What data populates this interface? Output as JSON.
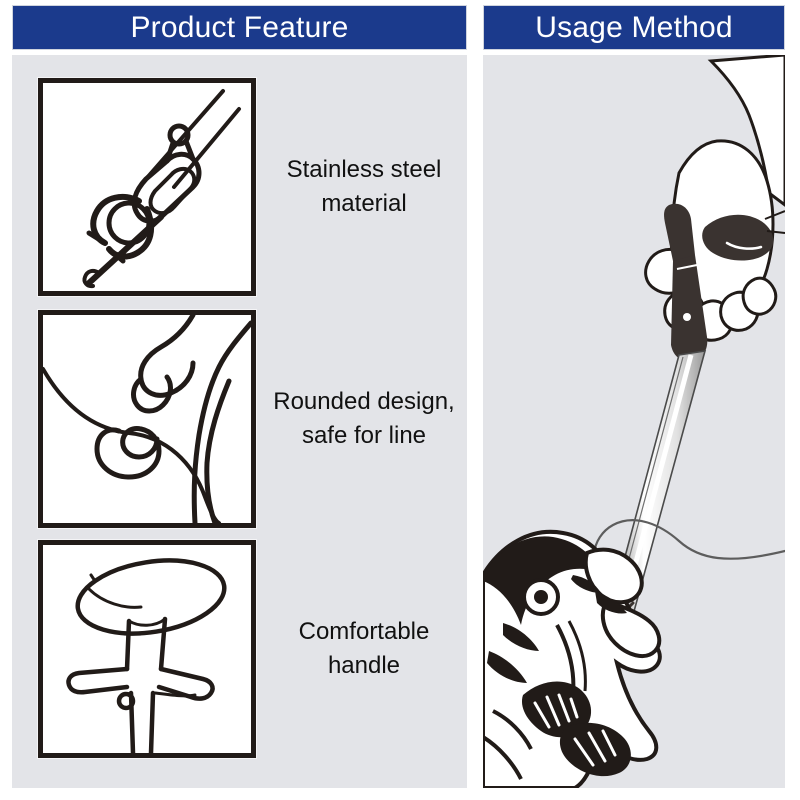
{
  "product": {
    "type": "fishing-hook-remover-infographic",
    "background_color": "#ffffff",
    "panel_color": "#e3e4e8",
    "accent_color": "#1b3a8c",
    "line_color": "#211b18"
  },
  "headers": {
    "left": "Product Feature",
    "right": "Usage Method"
  },
  "features": [
    {
      "id": "stainless-steel",
      "label": "Stainless steel material",
      "illustration": "hook-remover-engaging-hook"
    },
    {
      "id": "rounded-design",
      "label": "Rounded design, safe for line",
      "illustration": "rounded-hook-closeup"
    },
    {
      "id": "comfortable-handle",
      "label": "Comfortable handle",
      "illustration": "t-handle-grip"
    }
  ],
  "usage": {
    "illustration": "hand-holding-tool-removing-hook-from-fish",
    "elements": [
      "hand",
      "tool-handle",
      "tool-shaft",
      "fishing-line",
      "hook",
      "bass-fish"
    ]
  }
}
